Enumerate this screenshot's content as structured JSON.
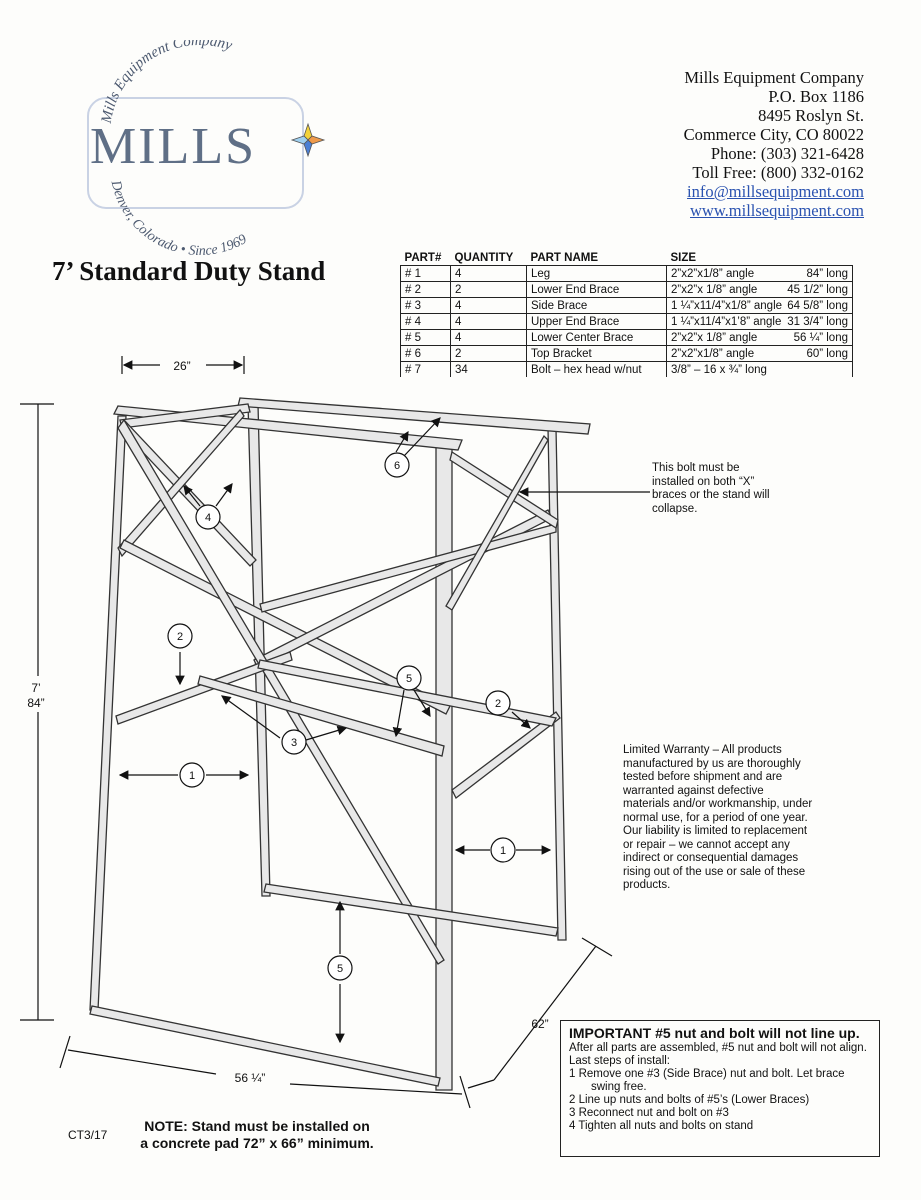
{
  "logo": {
    "arc_top": "Mills Equipment Company",
    "word": "MILLS",
    "arc_bottom": "Denver, Colorado • Since 1969"
  },
  "company": {
    "name": "Mills Equipment Company",
    "po_box": "P.O. Box 1186",
    "street": "8495 Roslyn St.",
    "city": "Commerce City, CO 80022",
    "phone": "Phone: (303) 321-6428",
    "toll_free": "Toll Free: (800) 332-0162",
    "email": "info@millsequipment.com",
    "website": "www.millsequipment.com"
  },
  "title": "7’ Standard Duty Stand",
  "parts_table": {
    "headers": [
      "PART#",
      "QUANTITY",
      "PART NAME",
      "SIZE"
    ],
    "rows": [
      {
        "part": "# 1",
        "qty": "4",
        "name": "Leg",
        "size": "2”x2”x1/8” angle",
        "length": "84” long"
      },
      {
        "part": "# 2",
        "qty": "2",
        "name": "Lower End Brace",
        "size": "2”x2”x 1/8” angle",
        "length": "45 1/2” long"
      },
      {
        "part": "# 3",
        "qty": "4",
        "name": "Side Brace",
        "size": "1 ¼”x11/4”x1/8” angle",
        "length": "64 5/8” long"
      },
      {
        "part": "# 4",
        "qty": "4",
        "name": "Upper End Brace",
        "size": "1 ¼”x11/4”x1’8” angle",
        "length": "31 3/4” long"
      },
      {
        "part": "# 5",
        "qty": "4",
        "name": "Lower Center Brace",
        "size": "2”x2”x 1/8” angle",
        "length": "56 ¼” long"
      },
      {
        "part": "# 6",
        "qty": "2",
        "name": "Top Bracket",
        "size": "2”x2”x1/8” angle",
        "length": "60” long"
      },
      {
        "part": "# 7",
        "qty": "34",
        "name": "Bolt – hex head w/nut",
        "size": "3/8” – 16 x ¾” long",
        "length": ""
      }
    ]
  },
  "dimensions": {
    "width_top": "26”",
    "height_ft": "7’",
    "height_in": "84”",
    "length_bottom": "56 ¼”",
    "depth": "62”"
  },
  "callouts": [
    "1",
    "1",
    "2",
    "2",
    "3",
    "4",
    "5",
    "5",
    "6"
  ],
  "bolt_note": "This bolt must be installed on both “X” braces or the stand will collapse.",
  "warranty": "Limited Warranty – All products manufactured by us are thoroughly tested before shipment and are warranted against defective materials and/or workmanship, under normal use, for a period of one year.  Our liability is limited to replacement or repair – we cannot accept any indirect or consequential damages rising out of the use or sale of these products.",
  "install": {
    "heading": "IMPORTANT #5 nut and bolt will not line up.",
    "intro": "After all parts are assembled, #5 nut and bolt will not align.",
    "steps_title": "Last steps of install:",
    "step1": "1 Remove one #3 (Side Brace) nut and bolt. Let brace",
    "step1b": "swing free.",
    "step2": "2 Line up nuts and bolts of #5’s (Lower Braces)",
    "step3": "3 Reconnect nut and bolt on #3",
    "step4": "4 Tighten all nuts and bolts on stand"
  },
  "bottom_note_line1": "NOTE:  Stand must be installed on",
  "bottom_note_line2": "a concrete pad 72” x 66” minimum.",
  "doc_code": "CT3/17",
  "colors": {
    "link": "#2a52b0",
    "logo_blue": "#5f6f86",
    "star_yellow": "#f3d23a",
    "star_orange": "#ef9a4a",
    "star_blue": "#4a7fd4"
  }
}
